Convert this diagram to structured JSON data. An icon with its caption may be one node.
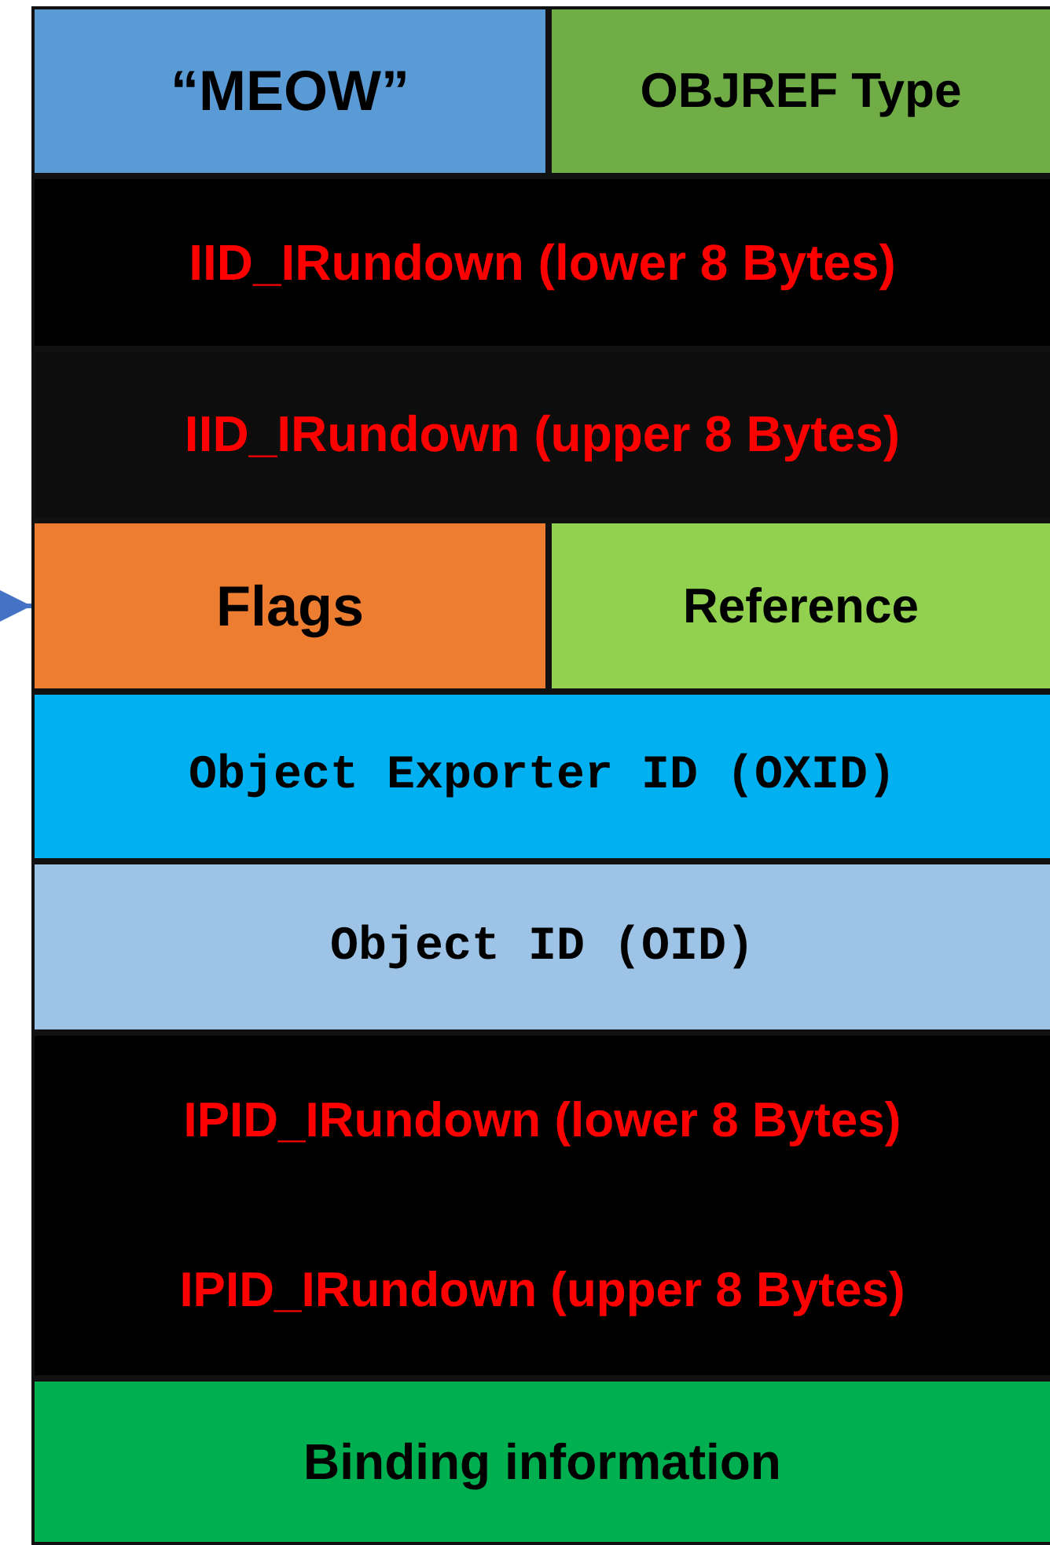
{
  "diagram": {
    "nodes": [
      {
        "text": [
          "“MEOW”"
        ]
      },
      {
        "text": [
          "OBJREF Type"
        ]
      },
      {
        "text": [
          "IID_IRundown (lower 8 Bytes)"
        ]
      },
      {
        "text": [
          "IID_IRundown (upper 8 Bytes)"
        ]
      },
      {
        "text": [
          "Flags"
        ]
      },
      {
        "text": [
          "Reference"
        ]
      },
      {
        "text": [
          "Object Exporter ID (OXID)"
        ]
      },
      {
        "text": [
          "Object ID (OID)"
        ]
      },
      {
        "text": [
          "IPID_IRundown (lower 8 Bytes)"
        ]
      },
      {
        "text": [
          "IPID_IRundown (upper 8 Bytes)"
        ]
      },
      {
        "text": [
          "Binding information"
        ]
      }
    ],
    "edges": [
      {
        "from": null,
        "to": 4,
        "arrow": "to"
      }
    ]
  }
}
